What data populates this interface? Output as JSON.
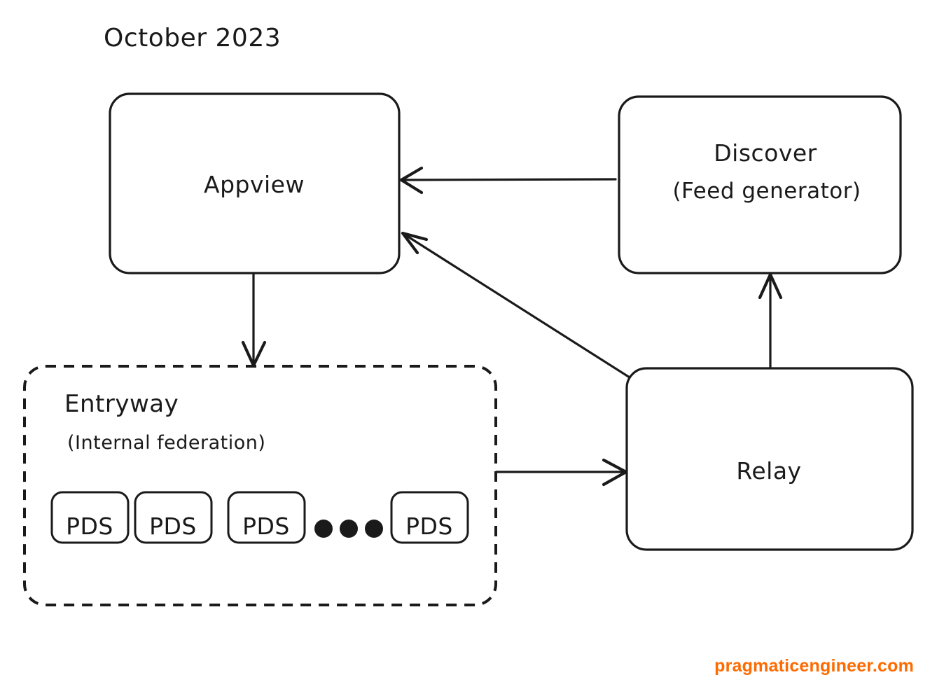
{
  "diagram": {
    "title": "October 2023",
    "background": "#ffffff",
    "stroke_color": "#1a1a1a",
    "accent_color": "#FF6A00",
    "nodes": [
      {
        "id": "appview",
        "label": "Appview",
        "sublabel": "",
        "shape": "rounded-rect",
        "style": "solid"
      },
      {
        "id": "discover",
        "label": "Discover",
        "sublabel": "(Feed generator)",
        "shape": "rounded-rect",
        "style": "solid"
      },
      {
        "id": "relay",
        "label": "Relay",
        "sublabel": "",
        "shape": "rounded-rect",
        "style": "solid"
      }
    ],
    "group": {
      "id": "entryway",
      "title": "Entryway",
      "subtitle": "(Internal federation)",
      "style": "dashed",
      "children": [
        {
          "label": "PDS"
        },
        {
          "label": "PDS"
        },
        {
          "label": "PDS"
        },
        {
          "label": "PDS"
        }
      ],
      "ellipsis": "•••"
    },
    "edges": [
      {
        "from": "discover",
        "to": "appview",
        "direction": "left",
        "label": ""
      },
      {
        "from": "relay",
        "to": "appview",
        "direction": "up-left",
        "label": ""
      },
      {
        "from": "appview",
        "to": "entryway",
        "direction": "down",
        "label": ""
      },
      {
        "from": "entryway",
        "to": "relay",
        "direction": "right",
        "label": ""
      },
      {
        "from": "relay",
        "to": "discover",
        "direction": "up",
        "label": ""
      }
    ],
    "watermark": "pragmaticengineer.com"
  }
}
